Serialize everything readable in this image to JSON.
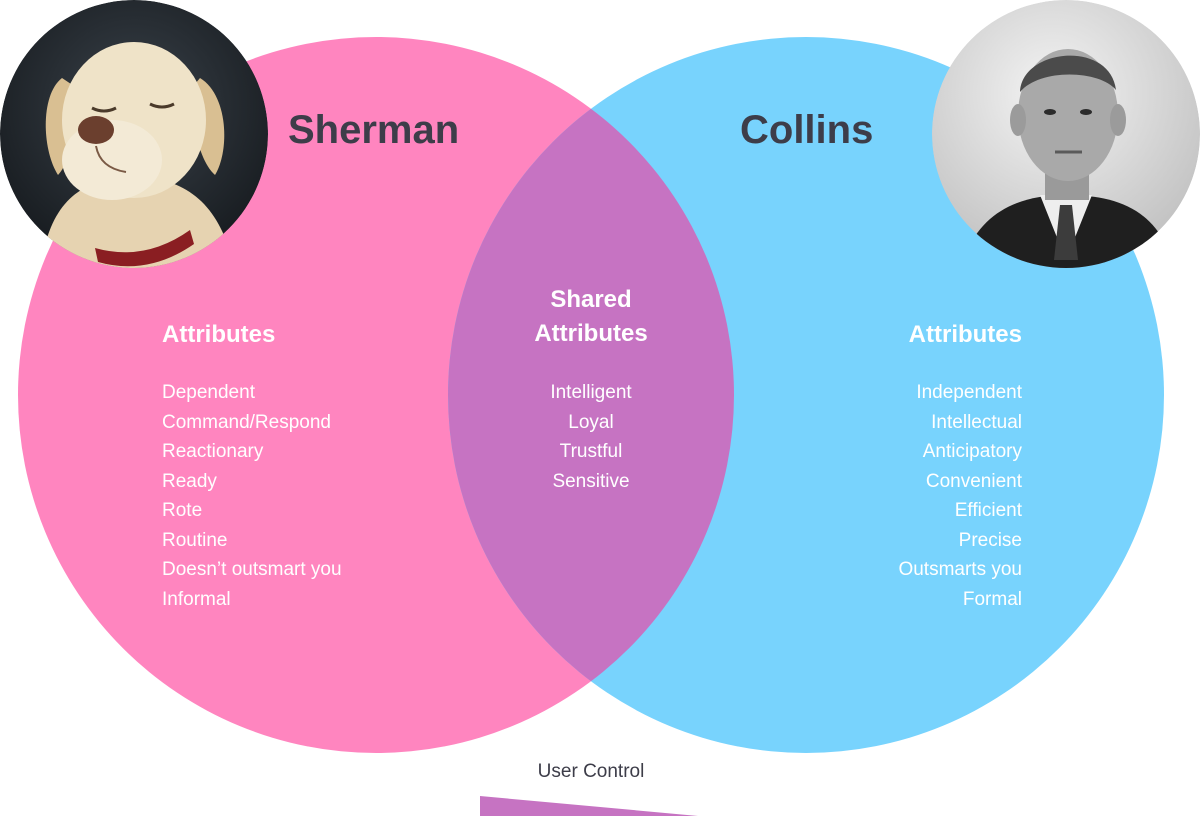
{
  "colors": {
    "left": "#ff85bf",
    "right": "#78d3fd",
    "overlap": "#c673c2",
    "name_text": "#3d3d49",
    "body_text": "#ffffff"
  },
  "left": {
    "name": "Sherman",
    "avatar_icon": "labrador-dog-portrait",
    "heading": "Attributes",
    "items": [
      "Dependent",
      "Command/Respond",
      "Reactionary",
      "Ready",
      "Rote",
      "Routine",
      "Doesn’t outsmart you",
      "Informal"
    ]
  },
  "right": {
    "name": "Collins",
    "avatar_icon": "butler-man-portrait",
    "heading": "Attributes",
    "items": [
      "Independent",
      "Intellectual",
      "Anticipatory",
      "Convenient",
      "Efficient",
      "Precise",
      "Outsmarts you",
      "Formal"
    ]
  },
  "shared": {
    "heading_line1": "Shared",
    "heading_line2": "Attributes",
    "items": [
      "Intelligent",
      "Loyal",
      "Trustful",
      "Sensitive"
    ]
  },
  "footer": {
    "label": "User Control"
  }
}
